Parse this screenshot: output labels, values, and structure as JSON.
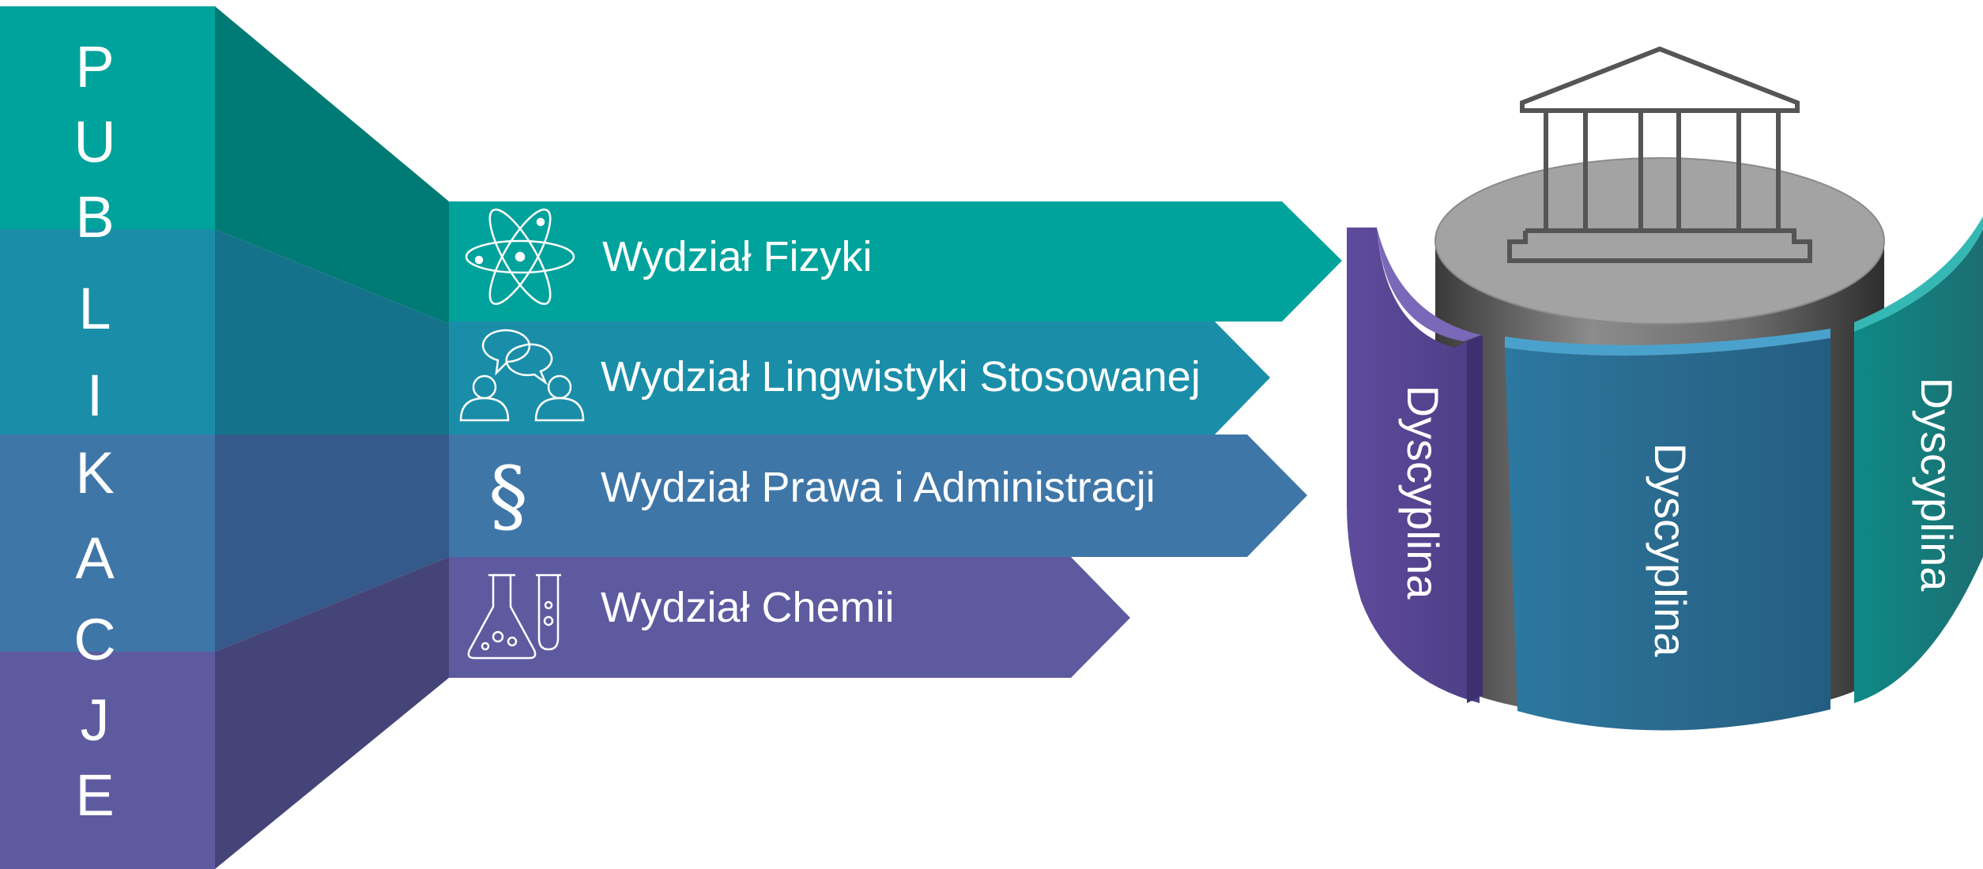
{
  "publications": {
    "letters": [
      "P",
      "U",
      "B",
      "L",
      "I",
      "K",
      "A",
      "C",
      "J",
      "E"
    ]
  },
  "faculties": [
    {
      "label": "Wydział Fizyki",
      "icon": "atom-icon",
      "color": "#00a29c"
    },
    {
      "label": "Wydział Lingwistyki Stosowanej",
      "icon": "people-talking-icon",
      "color": "#1a8ea8"
    },
    {
      "label": "Wydział Prawa i Administracji",
      "icon": "section-sign-icon",
      "symbol": "§",
      "color": "#3f76a8"
    },
    {
      "label": "Wydział Chemii",
      "icon": "flask-icon",
      "color": "#5e5aa0"
    }
  ],
  "university": {
    "icon": "university-building-icon",
    "disciplines": [
      {
        "label": "Dyscyplina",
        "color": "#5a4796"
      },
      {
        "label": "Dyscyplina",
        "color": "#2a6c92"
      },
      {
        "label": "Dyscyplina",
        "color": "#1a8f8c"
      }
    ]
  }
}
